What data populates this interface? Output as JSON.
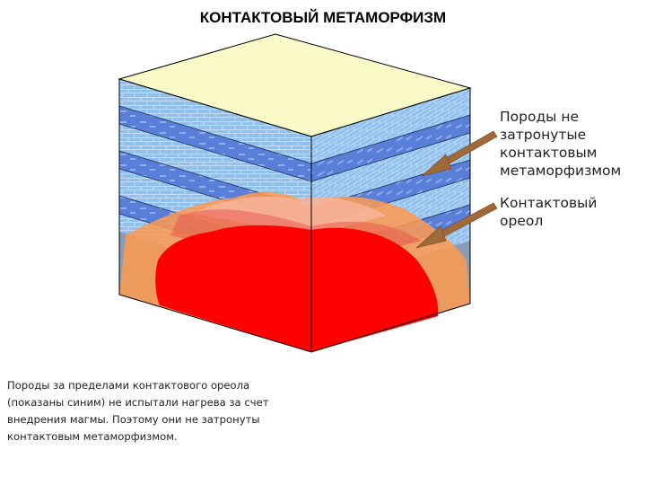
{
  "title": "КОНТАКТОВЫЙ МЕТАМОРФИЗМ",
  "labels": {
    "unaltered": "Породы не\nзатронутые\nконтактовым\nметаморфизмом",
    "aureole": "Контактовый\nореол"
  },
  "caption": "Породы за пределами контактового ореола\n(показаны синим) не испытали нагрева за счет\nвнедрения магмы. Поэтому они не затронуты\nконтактовым метаморфизмом.",
  "colors": {
    "top_face": "#fafac8",
    "light_layer": "#8fc0ee",
    "dark_layer": "#5a7fd8",
    "grey_base": "#8a9bb8",
    "magma": "#ff0000",
    "aureole_orange": "#ff9a50",
    "aureole_pink": "#f7b39a",
    "arrow": "#a0693a"
  }
}
